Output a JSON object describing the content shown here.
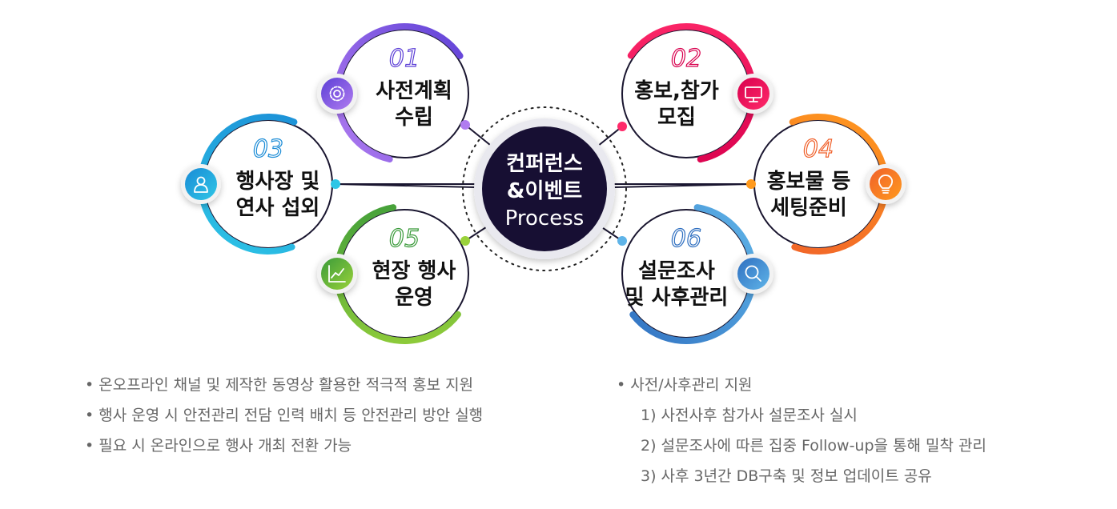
{
  "center": {
    "lines": [
      "컨퍼런스",
      "&이벤트",
      "Process"
    ]
  },
  "steps": [
    {
      "number": "01",
      "lines": [
        "사전계획",
        "수립"
      ],
      "icon": "gear-icon",
      "colors": [
        "#5c3fd6",
        "#b07cf0"
      ]
    },
    {
      "number": "02",
      "lines": [
        "홍보,참가",
        "모집"
      ],
      "icon": "monitor-icon",
      "colors": [
        "#d8004e",
        "#ff2a6a"
      ]
    },
    {
      "number": "03",
      "lines": [
        "행사장 및",
        "연사 섭외"
      ],
      "icon": "person-icon",
      "colors": [
        "#1a8bd6",
        "#2ec6e6"
      ]
    },
    {
      "number": "04",
      "lines": [
        "홍보물 등",
        "세팅준비"
      ],
      "icon": "lightbulb-icon",
      "colors": [
        "#f0602a",
        "#ff9a1e"
      ]
    },
    {
      "number": "05",
      "lines": [
        "현장 행사",
        "운영"
      ],
      "icon": "chart-icon",
      "colors": [
        "#3a9a3a",
        "#9ad23a"
      ]
    },
    {
      "number": "06",
      "lines": [
        "설문조사",
        "및 사후관리"
      ],
      "icon": "magnifier-icon",
      "colors": [
        "#2f6fc0",
        "#5fb4e8"
      ]
    }
  ],
  "bullets_left": [
    "• 온오프라인 채널 및 제작한 동영상 활용한 적극적 홍보 지원",
    "• 행사 운영 시 안전관리 전담 인력 배치 등 안전관리 방안 실행",
    "• 필요 시 온라인으로 행사 개최 전환 가능"
  ],
  "bullets_right": {
    "title": "• 사전/사후관리 지원",
    "items": [
      "1) 사전사후 참가사 설문조사 실시",
      "2) 설문조사에 따른 집중 Follow-up을 통해 밀착 관리",
      "3) 사후 3년간 DB구축 및 정보 업데이트 공유"
    ]
  }
}
